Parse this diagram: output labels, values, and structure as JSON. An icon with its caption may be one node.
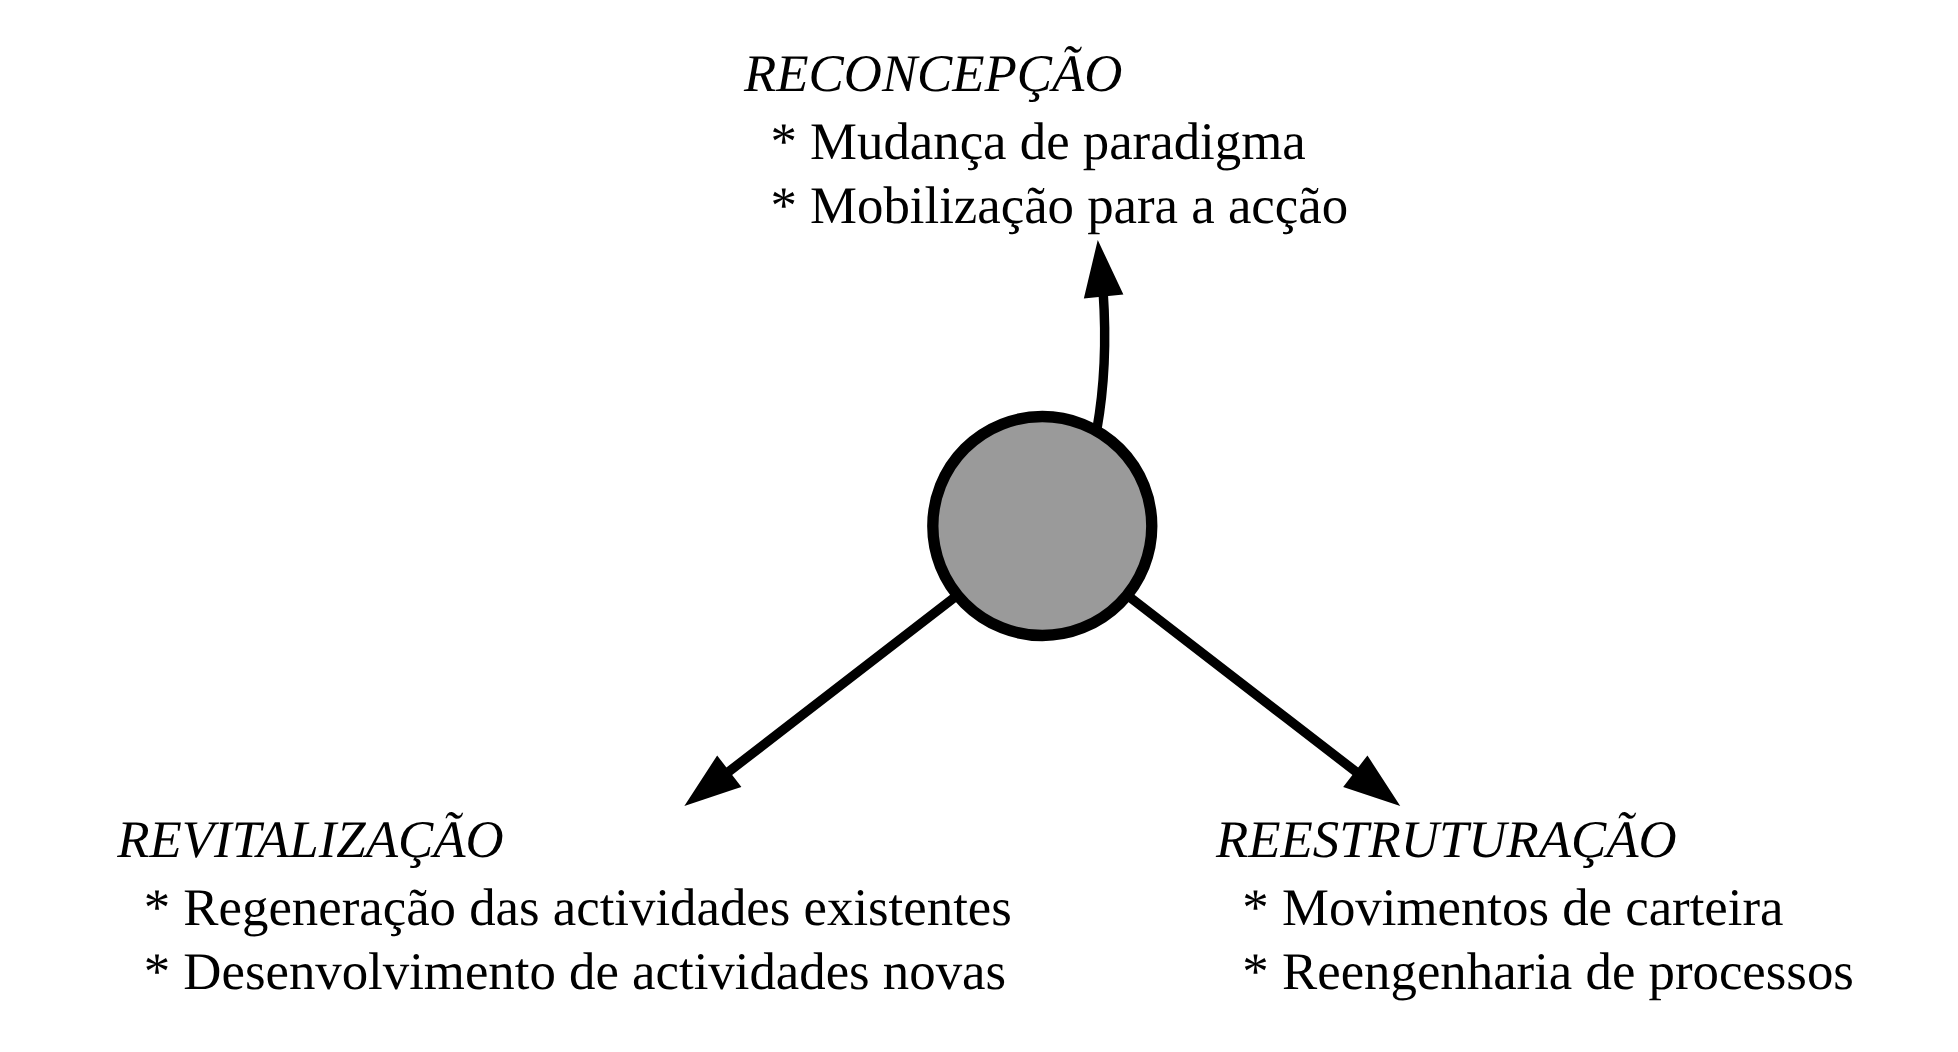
{
  "diagram": {
    "nodes": [
      {
        "text": [],
        "shape": "circle"
      },
      {
        "text": [
          "RECONCEPÇÃO",
          "* Mudança de paradigma",
          "* Mobilização para a acção"
        ]
      },
      {
        "text": [
          "REESTRUTURAÇÃO",
          "* Movimentos de carteira",
          "* Reengenharia de processos"
        ]
      },
      {
        "text": [
          "REVITALIZAÇÃO",
          "* Regeneração das actividades existentes",
          "* Desenvolvimento de actividades novas"
        ]
      }
    ],
    "edges": [
      {
        "from": 0,
        "to": 1,
        "arrow": "to"
      },
      {
        "from": 0,
        "to": 2,
        "arrow": "to"
      },
      {
        "from": 0,
        "to": 3,
        "arrow": "to"
      }
    ]
  }
}
